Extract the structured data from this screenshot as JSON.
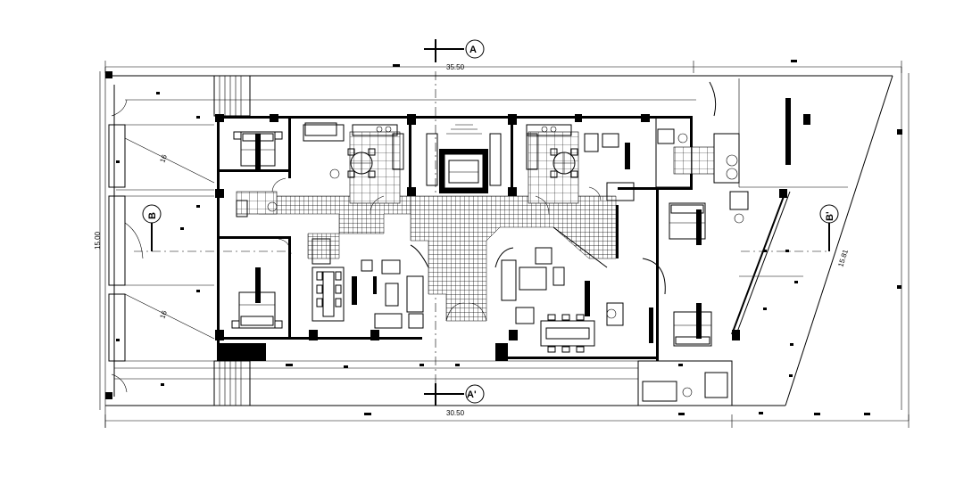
{
  "dimensions": {
    "top": "35.50",
    "bottom": "30.50",
    "left": "15.00",
    "diagonal": "15.81",
    "stair_upper": "16",
    "stair_lower": "16"
  },
  "sections": {
    "a_top": "A",
    "a_bottom": "A'",
    "b_left": "B",
    "b_right": "B'"
  },
  "colors": {
    "ink": "#000000",
    "background": "#ffffff"
  }
}
